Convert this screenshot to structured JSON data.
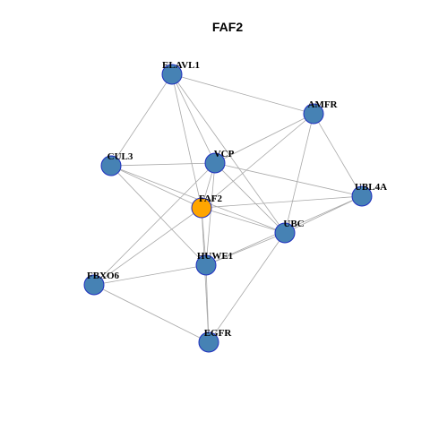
{
  "title": "FAF2",
  "colors": {
    "node_default": "#4682b4",
    "node_focus": "#ffa500",
    "node_border": "#1f2fbf",
    "edge": "#a8a8a8"
  },
  "nodes": [
    {
      "id": "ELAVL1",
      "label": "ELAVL1",
      "focus": false
    },
    {
      "id": "AMFR",
      "label": "AMFR",
      "focus": false
    },
    {
      "id": "CUL3",
      "label": "CUL3",
      "focus": false
    },
    {
      "id": "VCP",
      "label": "VCP",
      "focus": false
    },
    {
      "id": "UBL4A",
      "label": "UBL4A",
      "focus": false
    },
    {
      "id": "FAF2",
      "label": "FAF2",
      "focus": true
    },
    {
      "id": "UBC",
      "label": "UBC",
      "focus": false
    },
    {
      "id": "HUWE1",
      "label": "HUWE1",
      "focus": false
    },
    {
      "id": "FBXO6",
      "label": "FBXO6",
      "focus": false
    },
    {
      "id": "EGFR",
      "label": "EGFR",
      "focus": false
    }
  ],
  "edges": [
    [
      "ELAVL1",
      "AMFR"
    ],
    [
      "ELAVL1",
      "CUL3"
    ],
    [
      "ELAVL1",
      "VCP"
    ],
    [
      "ELAVL1",
      "FAF2"
    ],
    [
      "ELAVL1",
      "UBC"
    ],
    [
      "AMFR",
      "VCP"
    ],
    [
      "AMFR",
      "FAF2"
    ],
    [
      "AMFR",
      "UBL4A"
    ],
    [
      "AMFR",
      "UBC"
    ],
    [
      "CUL3",
      "VCP"
    ],
    [
      "CUL3",
      "FAF2"
    ],
    [
      "CUL3",
      "UBC"
    ],
    [
      "CUL3",
      "HUWE1"
    ],
    [
      "VCP",
      "FAF2"
    ],
    [
      "VCP",
      "UBL4A"
    ],
    [
      "VCP",
      "UBC"
    ],
    [
      "VCP",
      "HUWE1"
    ],
    [
      "VCP",
      "FBXO6"
    ],
    [
      "FAF2",
      "UBL4A"
    ],
    [
      "FAF2",
      "UBC"
    ],
    [
      "FAF2",
      "HUWE1"
    ],
    [
      "FAF2",
      "FBXO6"
    ],
    [
      "FAF2",
      "EGFR"
    ],
    [
      "UBL4A",
      "UBC"
    ],
    [
      "UBL4A",
      "HUWE1"
    ],
    [
      "UBC",
      "HUWE1"
    ],
    [
      "UBC",
      "EGFR"
    ],
    [
      "HUWE1",
      "FBXO6"
    ],
    [
      "HUWE1",
      "EGFR"
    ],
    [
      "FBXO6",
      "EGFR"
    ]
  ]
}
